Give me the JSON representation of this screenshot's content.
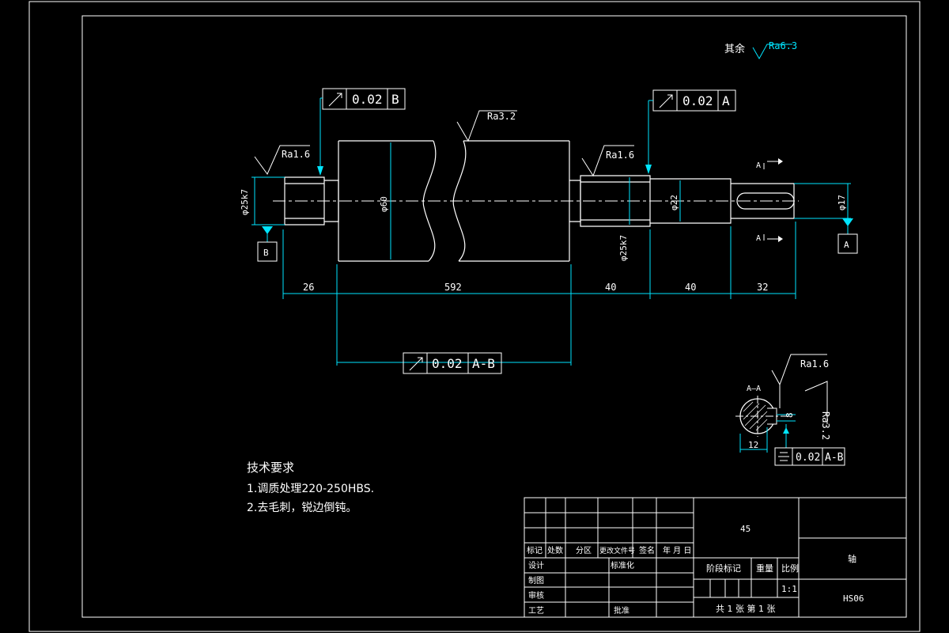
{
  "drawing": {
    "surface_general": {
      "prefix": "其余",
      "value": "Ra6.3"
    },
    "roughness": {
      "left_journal": "Ra1.6",
      "middle_body": "Ra3.2",
      "right_journal": "Ra1.6",
      "section_top": "Ra1.6",
      "section_side": "Ra3.2"
    },
    "runout_left": {
      "value": "0.02",
      "datum": "B"
    },
    "runout_right": {
      "value": "0.02",
      "datum": "A"
    },
    "runout_bottom": {
      "value": "0.02",
      "datum": "A-B"
    },
    "symmetry_section": {
      "value": "0.02",
      "datum": "A-B"
    },
    "datum_b": "B",
    "datum_a": "A",
    "section_marks": {
      "top": "A",
      "bottom": "A"
    },
    "section_title": "A—A",
    "diameters": {
      "left_journal": "φ25k7",
      "body": "φ60",
      "right_journal": "φ25k7",
      "shaft_22": "φ22",
      "shaft_17": "φ17"
    },
    "lengths": {
      "l1": "26",
      "l2": "592",
      "l3": "40",
      "l4": "40",
      "l5": "32"
    },
    "section_dims": {
      "width": "12",
      "depth": "8"
    }
  },
  "tech_requirements": {
    "title": "技术要求",
    "items": [
      "1.调质处理220-250HBS.",
      "2.去毛刺，锐边倒钝。"
    ]
  },
  "title_block": {
    "material": "45",
    "part_name": "轴",
    "drawing_no": "HS06",
    "scale_label": "比例",
    "scale_value": "1:1",
    "weight_label": "重量",
    "stage_label": "阶段标记",
    "sheets": "共 1 张  第 1 张",
    "headers": [
      "标记",
      "处数",
      "分区",
      "更改文件号",
      "签名",
      "年 月 日"
    ],
    "rows": [
      "设计",
      "制图",
      "审核",
      "工艺"
    ],
    "standardize": "标准化",
    "approve": "批准"
  }
}
